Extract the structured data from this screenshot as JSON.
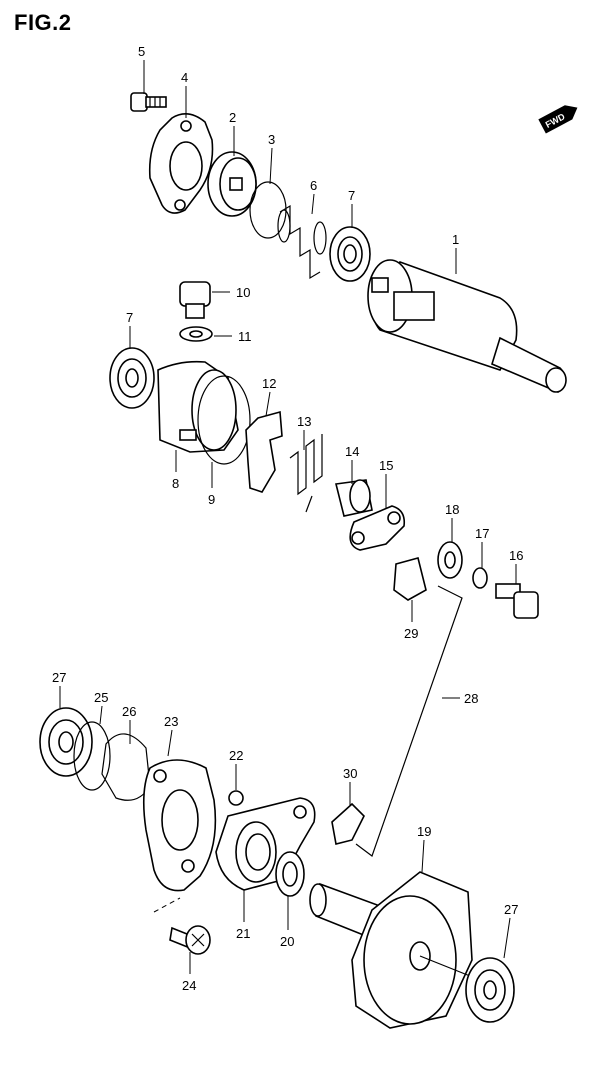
{
  "figure": {
    "title": "FIG.2",
    "fwd_label": "FWD"
  },
  "callouts": [
    {
      "id": "c1",
      "label": "1"
    },
    {
      "id": "c2",
      "label": "2"
    },
    {
      "id": "c3",
      "label": "3"
    },
    {
      "id": "c4",
      "label": "4"
    },
    {
      "id": "c5",
      "label": "5"
    },
    {
      "id": "c6",
      "label": "6"
    },
    {
      "id": "c7a",
      "label": "7"
    },
    {
      "id": "c7b",
      "label": "7"
    },
    {
      "id": "c8",
      "label": "8"
    },
    {
      "id": "c9",
      "label": "9"
    },
    {
      "id": "c10",
      "label": "10"
    },
    {
      "id": "c11",
      "label": "11"
    },
    {
      "id": "c12",
      "label": "12"
    },
    {
      "id": "c13",
      "label": "13"
    },
    {
      "id": "c14",
      "label": "14"
    },
    {
      "id": "c15",
      "label": "15"
    },
    {
      "id": "c16",
      "label": "16"
    },
    {
      "id": "c17",
      "label": "17"
    },
    {
      "id": "c18",
      "label": "18"
    },
    {
      "id": "c19",
      "label": "19"
    },
    {
      "id": "c20",
      "label": "20"
    },
    {
      "id": "c21",
      "label": "21"
    },
    {
      "id": "c22",
      "label": "22"
    },
    {
      "id": "c23",
      "label": "23"
    },
    {
      "id": "c24",
      "label": "24"
    },
    {
      "id": "c25",
      "label": "25"
    },
    {
      "id": "c26",
      "label": "26"
    },
    {
      "id": "c27a",
      "label": "27"
    },
    {
      "id": "c27b",
      "label": "27"
    },
    {
      "id": "c28",
      "label": "28"
    },
    {
      "id": "c29",
      "label": "29"
    },
    {
      "id": "c30",
      "label": "30"
    }
  ]
}
